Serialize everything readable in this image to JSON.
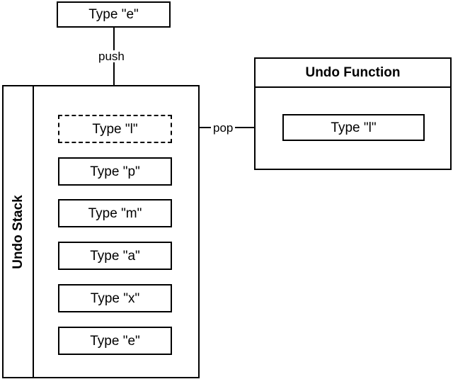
{
  "diagram": {
    "title": "Undo Stack and Undo Function",
    "background_color": "#ffffff",
    "line_color": "#000000"
  },
  "input_action": {
    "label": "Type \"e\""
  },
  "edges": {
    "push": {
      "label": "push",
      "from": "input-action",
      "to": "undo-stack-top"
    },
    "pop": {
      "label": "pop",
      "from": "undo-stack-top",
      "to": "undo-function-action"
    }
  },
  "undo_stack": {
    "label": "Undo Stack",
    "items": [
      {
        "label": "Type \"l\"",
        "style": "dashed"
      },
      {
        "label": "Type \"p\"",
        "style": "solid"
      },
      {
        "label": "Type \"m\"",
        "style": "solid"
      },
      {
        "label": "Type \"a\"",
        "style": "solid"
      },
      {
        "label": "Type \"x\"",
        "style": "solid"
      },
      {
        "label": "Type \"e\"",
        "style": "solid"
      }
    ]
  },
  "undo_function": {
    "title": "Undo Function",
    "action": {
      "label": "Type \"l\""
    }
  }
}
